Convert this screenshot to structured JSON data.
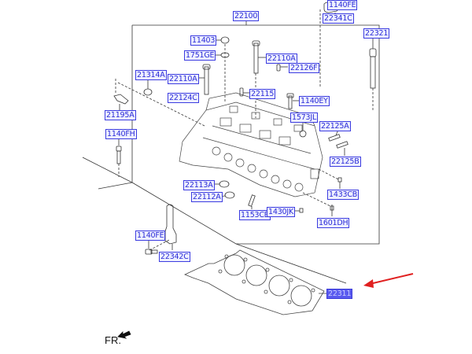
{
  "diagram": {
    "title_part": "22100",
    "highlighted_part": "22311",
    "front_marker": "FR.",
    "arrow_color": "#e02020",
    "label_color": "#2a2ad8",
    "labels": [
      {
        "id": "22100",
        "text": "22100"
      },
      {
        "id": "1140FE-top",
        "text": "1140FE"
      },
      {
        "id": "22341C",
        "text": "22341C"
      },
      {
        "id": "22321",
        "text": "22321"
      },
      {
        "id": "11403",
        "text": "11403"
      },
      {
        "id": "1751GE",
        "text": "1751GE"
      },
      {
        "id": "22110A-right",
        "text": "22110A"
      },
      {
        "id": "22126F",
        "text": "22126F"
      },
      {
        "id": "21314A",
        "text": "21314A"
      },
      {
        "id": "22110A-left",
        "text": "22110A"
      },
      {
        "id": "22115",
        "text": "22115"
      },
      {
        "id": "22124C",
        "text": "22124C"
      },
      {
        "id": "1140EY",
        "text": "1140EY"
      },
      {
        "id": "21195A",
        "text": "21195A"
      },
      {
        "id": "1573JL",
        "text": "1573JL"
      },
      {
        "id": "22125A",
        "text": "22125A"
      },
      {
        "id": "1140FH",
        "text": "1140FH"
      },
      {
        "id": "22125B",
        "text": "22125B"
      },
      {
        "id": "22113A",
        "text": "22113A"
      },
      {
        "id": "1433CB",
        "text": "1433CB"
      },
      {
        "id": "22112A",
        "text": "22112A"
      },
      {
        "id": "1153CB",
        "text": "1153CB"
      },
      {
        "id": "1430JK",
        "text": "1430JK"
      },
      {
        "id": "1601DH",
        "text": "1601DH"
      },
      {
        "id": "1140FE-bottom",
        "text": "1140FE"
      },
      {
        "id": "22342C",
        "text": "22342C"
      },
      {
        "id": "22311",
        "text": "22311"
      }
    ]
  }
}
